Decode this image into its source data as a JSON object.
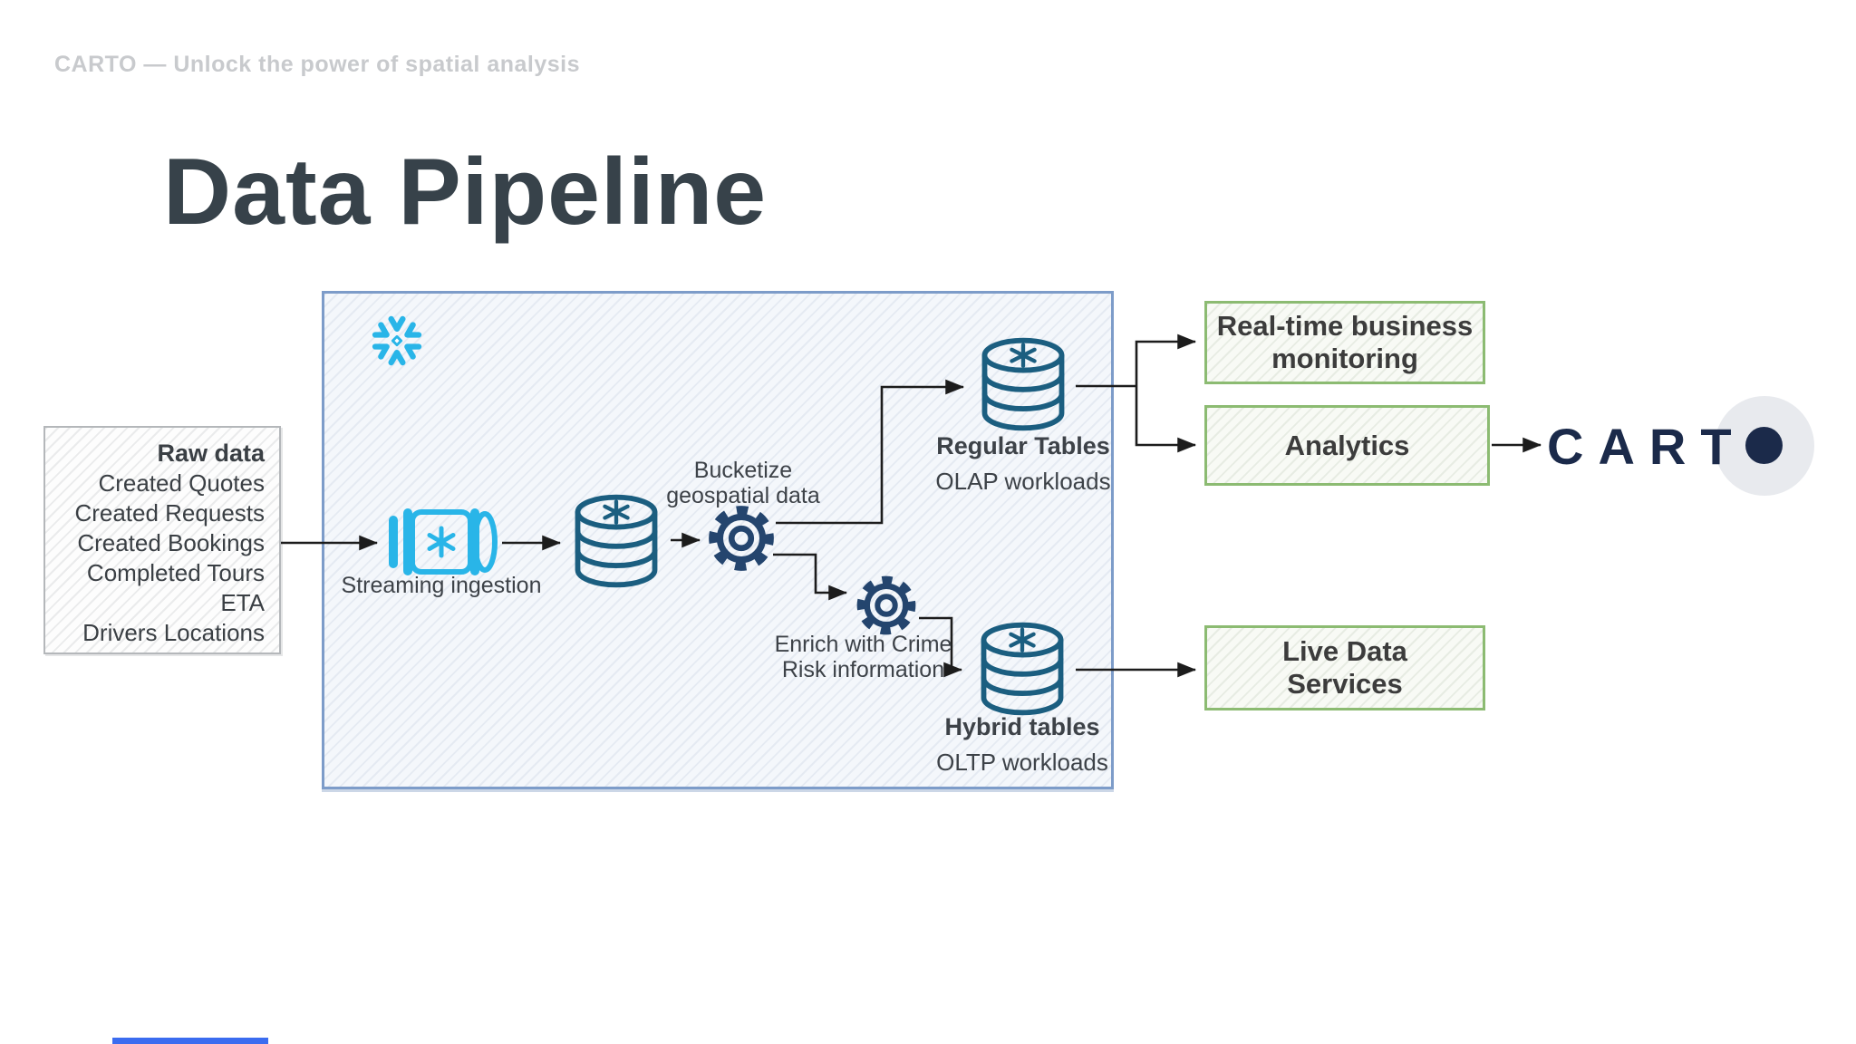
{
  "colors": {
    "snowflake_blue": "#29b5e8",
    "database_teal": "#1b5e80",
    "gear_navy": "#24456e",
    "green_box_border": "#8cbb72",
    "panel_border_blue": "#7d9cc9",
    "carto_navy": "#1b2a4a",
    "connector_black": "#1c1c1c",
    "header_gray": "#c8cacd",
    "title_slate": "#37424a",
    "accent_bar_blue": "#3b6cf0"
  },
  "header": {
    "text": "CARTO — Unlock the power of spatial analysis"
  },
  "title": {
    "text": "Data Pipeline"
  },
  "raw_data": {
    "title": "Raw data",
    "items": [
      "Created Quotes",
      "Created Requests",
      "Created Bookings",
      "Completed Tours",
      "ETA",
      "Drivers Locations"
    ]
  },
  "snowflake_panel": {
    "streaming_ingestion_label": "Streaming ingestion",
    "bucketize_label": {
      "line1": "Bucketize",
      "line2": "geospatial data"
    },
    "enrich_label": {
      "line1": "Enrich with Crime",
      "line2": "Risk information"
    },
    "regular_tables": {
      "title": "Regular Tables",
      "subtitle": "OLAP workloads"
    },
    "hybrid_tables": {
      "title": "Hybrid tables",
      "subtitle": "OLTP workloads"
    }
  },
  "outputs": {
    "realtime_monitoring": {
      "line1": "Real-time business",
      "line2": "monitoring"
    },
    "analytics": {
      "line1": "Analytics"
    },
    "live_data_services": {
      "line1": "Live Data",
      "line2": "Services"
    }
  },
  "logo": {
    "letters": "CART",
    "brand": "CARTO"
  }
}
